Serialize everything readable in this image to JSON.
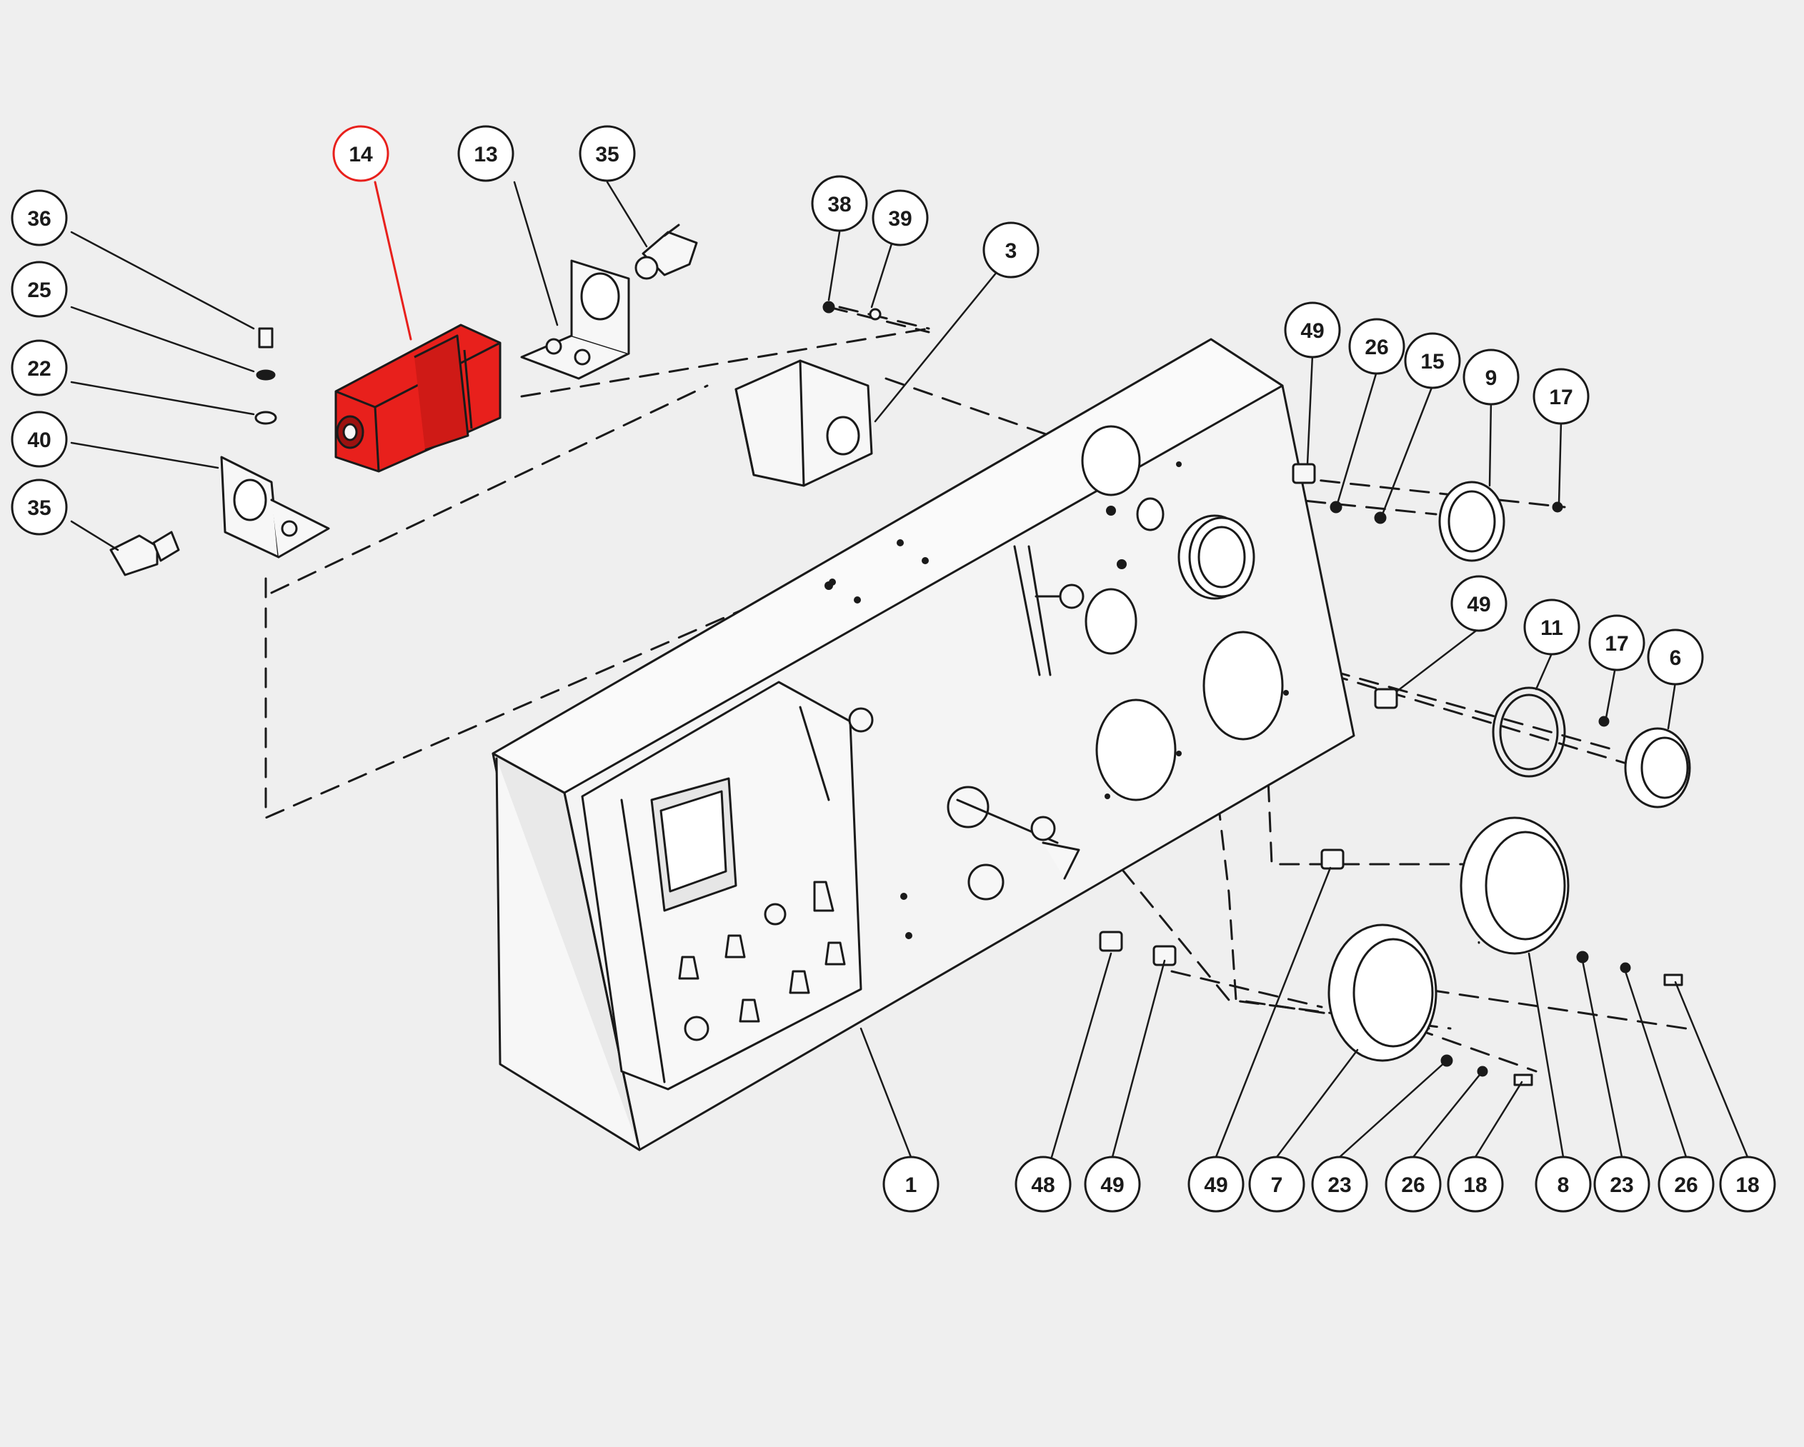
{
  "diagram": {
    "colors": {
      "background": "#efefef",
      "ink": "#1a1a1a",
      "highlight": "#e8201c",
      "highlight_dark": "#9c1210",
      "part_fill": "#f7f7f7"
    },
    "highlighted_callout": "14",
    "callouts": [
      {
        "label": "14",
        "highlight": true
      },
      {
        "label": "13"
      },
      {
        "label": "35"
      },
      {
        "label": "36"
      },
      {
        "label": "25"
      },
      {
        "label": "22"
      },
      {
        "label": "40"
      },
      {
        "label": "35"
      },
      {
        "label": "38"
      },
      {
        "label": "39"
      },
      {
        "label": "3"
      },
      {
        "label": "49"
      },
      {
        "label": "26"
      },
      {
        "label": "15"
      },
      {
        "label": "9"
      },
      {
        "label": "17"
      },
      {
        "label": "49"
      },
      {
        "label": "11"
      },
      {
        "label": "17"
      },
      {
        "label": "6"
      },
      {
        "label": "1"
      },
      {
        "label": "48"
      },
      {
        "label": "49"
      },
      {
        "label": "49"
      },
      {
        "label": "7"
      },
      {
        "label": "23"
      },
      {
        "label": "26"
      },
      {
        "label": "18"
      },
      {
        "label": "8"
      },
      {
        "label": "23"
      },
      {
        "label": "26"
      },
      {
        "label": "18"
      }
    ]
  }
}
